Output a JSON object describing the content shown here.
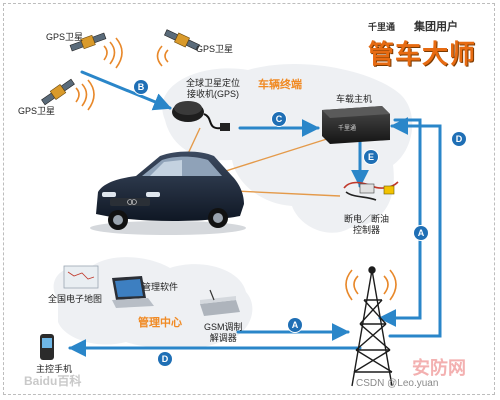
{
  "labels": {
    "gps_sat": "GPS卫星",
    "gps_receiver": "全球卫星定位\n接收机(GPS)",
    "vehicle_terminal": "车辆终端",
    "onboard_host": "车载主机",
    "cut_power_oil": "断电／断油\n控制器",
    "national_map": "全国电子地图",
    "management_software": "管理软件",
    "management_center": "管理中心",
    "gsm_modem": "GSM调制\n解调器",
    "host_phone": "主控手机"
  },
  "host_device_tag": "千里通",
  "brand": {
    "logo": "千里通",
    "subtitle": "集团用户",
    "title": "管车大师"
  },
  "markers": {
    "A": "A",
    "B": "B",
    "C": "C",
    "D": "D",
    "E": "E"
  },
  "watermarks": {
    "baidu": "Baidu百科",
    "anfang": "安防网",
    "csdn": "CSDN @Leo.yuan"
  },
  "colors": {
    "link_blue": "#2a86c9",
    "radio_orange": "#e8882a",
    "marker_blue": "#1f6fb5",
    "brand_orange": "#e76b12"
  }
}
